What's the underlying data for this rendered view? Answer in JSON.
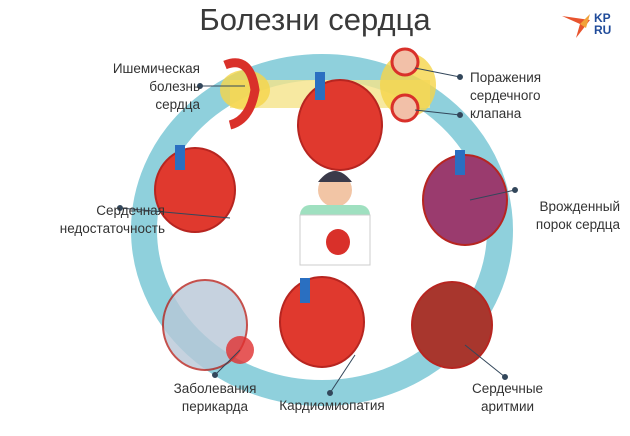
{
  "title": "Болезни сердца",
  "logo": "KP RU",
  "labels": {
    "ischemic": [
      "Ишемическая",
      "болезнь",
      "сердца"
    ],
    "valve": [
      "Поражения",
      "сердечного",
      "клапана"
    ],
    "failure": [
      "Сердечная",
      "недостаточность"
    ],
    "congenital": [
      "Врожденный",
      "порок сердца"
    ],
    "pericardium": [
      "Заболевания",
      "перикарда"
    ],
    "cardiomyopathy": [
      "Кардиомиопатия"
    ],
    "arrhythmia": [
      "Сердечные",
      "аритмии"
    ]
  },
  "colors": {
    "ring": "#7cc9d6",
    "heart": "#d9302a",
    "vessel": "#2a6fc1",
    "highlight": "#f5d44a"
  }
}
